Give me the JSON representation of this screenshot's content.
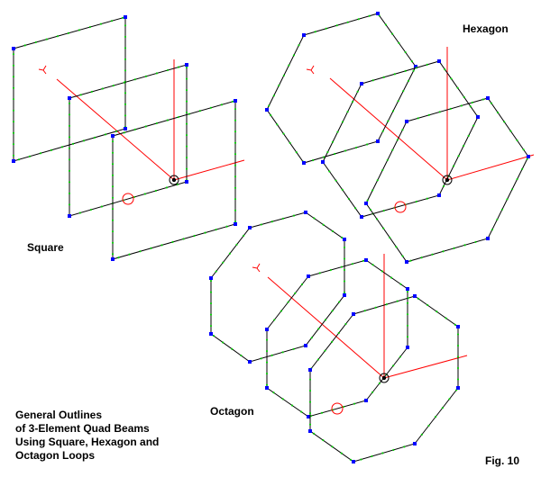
{
  "labels": {
    "square": "Square",
    "hexagon": "Hexagon",
    "octagon": "Octagon",
    "figure": "Fig. 10"
  },
  "caption": [
    "General Outlines",
    "of 3-Element Quad Beams",
    "Using Square, Hexagon and",
    "Octagon Loops"
  ],
  "colors": {
    "wire": "#000000",
    "segment_dots": "#00e000",
    "vertex": "#0000ff",
    "axis": "#ff0000"
  }
}
